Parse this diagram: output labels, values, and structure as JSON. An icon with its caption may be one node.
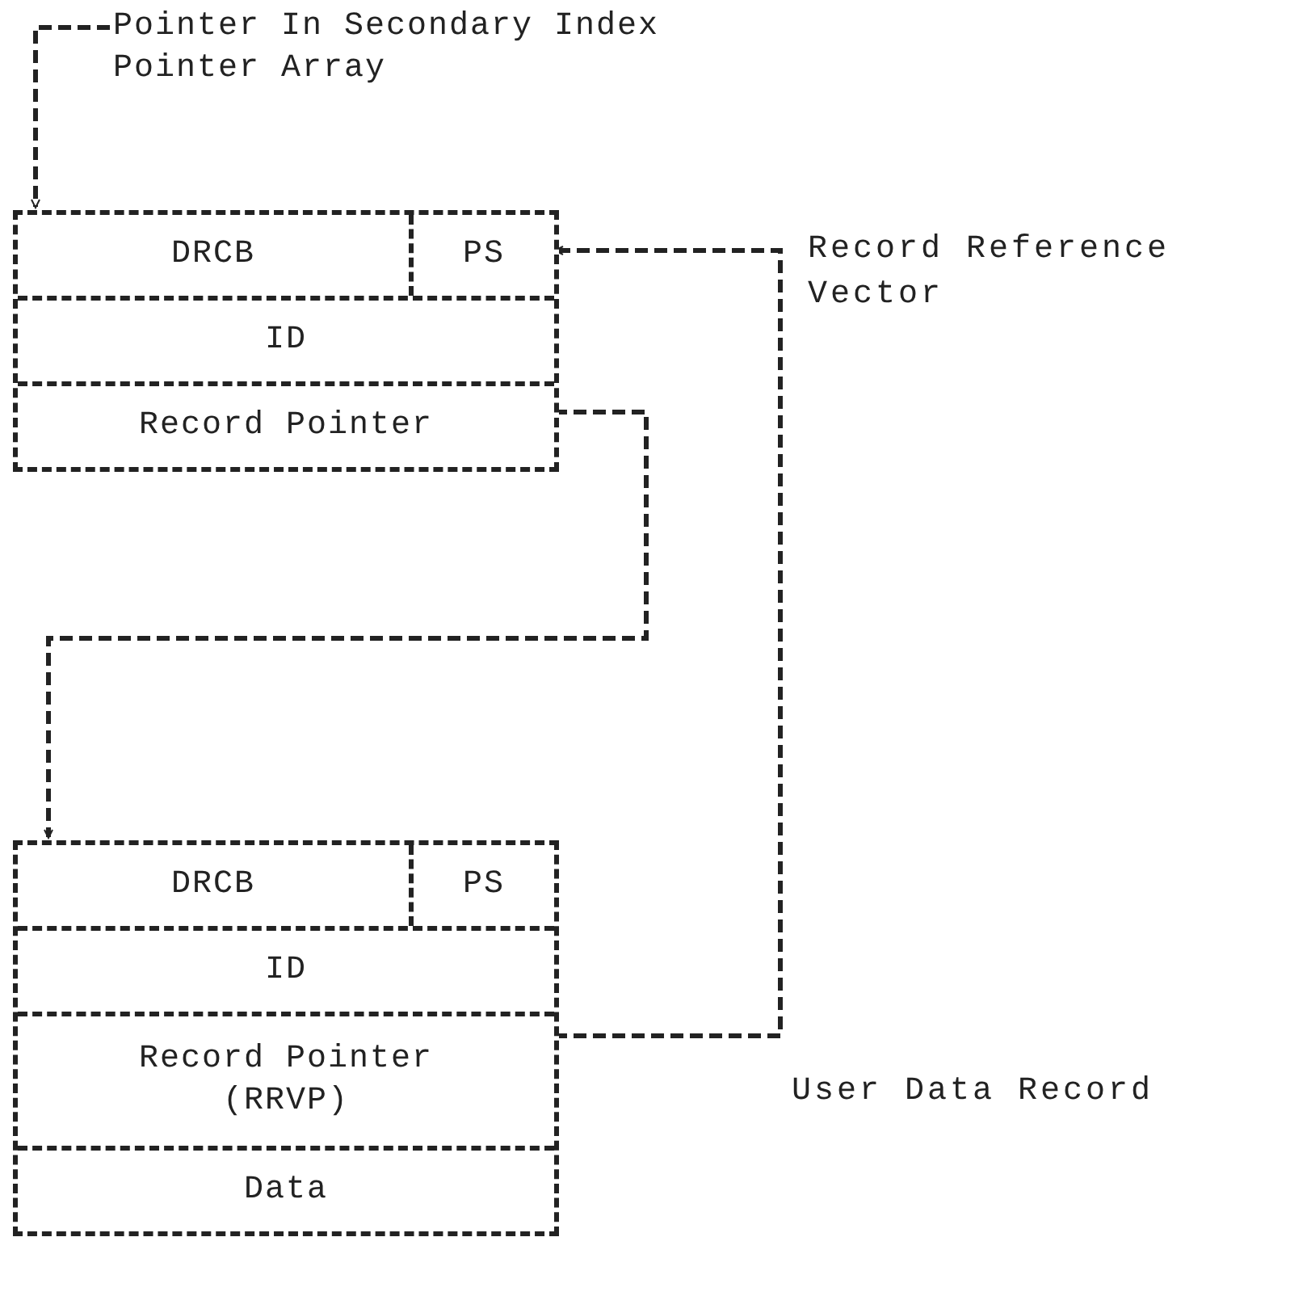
{
  "diagram": {
    "nodes": [
      {
        "text": [
          "Pointer In Secondary Index Pointer Array"
        ]
      },
      {
        "text": [],
        "shape": "box"
      },
      {
        "text": [
          "DRCB"
        ],
        "in": 1
      },
      {
        "text": [
          "PS"
        ],
        "in": 1
      },
      {
        "text": [
          "ID"
        ],
        "in": 1
      },
      {
        "text": [
          "Record Pointer"
        ],
        "in": 1
      },
      {
        "text": [],
        "shape": "box"
      },
      {
        "text": [
          "DRCB"
        ],
        "in": 6
      },
      {
        "text": [
          "PS"
        ],
        "in": 6
      },
      {
        "text": [
          "ID"
        ],
        "in": 6
      },
      {
        "text": [
          "Record Pointer (RRVP)"
        ],
        "in": 6
      },
      {
        "text": [
          "Data"
        ],
        "in": 6
      }
    ],
    "edges": [
      {
        "from": 0,
        "to": 1,
        "arrow": "to"
      },
      {
        "from": 5,
        "to": 6,
        "arrow": "to"
      },
      {
        "from": 10,
        "to": 3,
        "arrow": "to"
      }
    ],
    "labels": [
      "Record Reference Vector",
      "User Data Record"
    ]
  }
}
